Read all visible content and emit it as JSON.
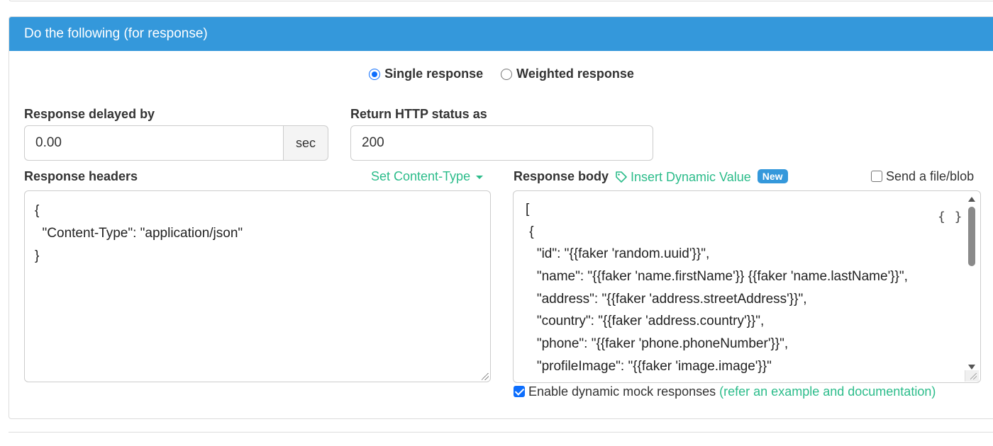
{
  "panel": {
    "title": "Do the following (for response)"
  },
  "response_mode": {
    "options": [
      {
        "label": "Single response",
        "selected": true
      },
      {
        "label": "Weighted response",
        "selected": false
      }
    ]
  },
  "delay": {
    "label": "Response delayed by",
    "value": "0.00",
    "unit": "sec"
  },
  "status": {
    "label": "Return HTTP status as",
    "value": "200"
  },
  "headers": {
    "label": "Response headers",
    "set_content_type": "Set Content-Type",
    "lines": [
      "{",
      "  \"Content-Type\": \"application/json\"",
      "}"
    ]
  },
  "body": {
    "label": "Response body",
    "insert_dynamic": "Insert Dynamic Value",
    "badge": "New",
    "send_file": "Send a file/blob",
    "send_file_checked": false,
    "format_icon": "{ }",
    "lines": [
      "[",
      " {",
      "   \"id\": \"{{faker 'random.uuid'}}\",",
      "   \"name\": \"{{faker 'name.firstName'}} {{faker 'name.lastName'}}\",",
      "   \"address\": \"{{faker 'address.streetAddress'}}\",",
      "   \"country\": \"{{faker 'address.country'}}\",",
      "   \"phone\": \"{{faker 'phone.phoneNumber'}}\",",
      "   \"profileImage\": \"{{faker 'image.image'}}\""
    ]
  },
  "dynamic": {
    "checked": true,
    "label": "Enable dynamic mock responses",
    "link": "(refer an example and documentation)"
  },
  "colors": {
    "accent": "#3498db",
    "link": "#2bbc8a",
    "checkbox": "#0d6efd"
  }
}
